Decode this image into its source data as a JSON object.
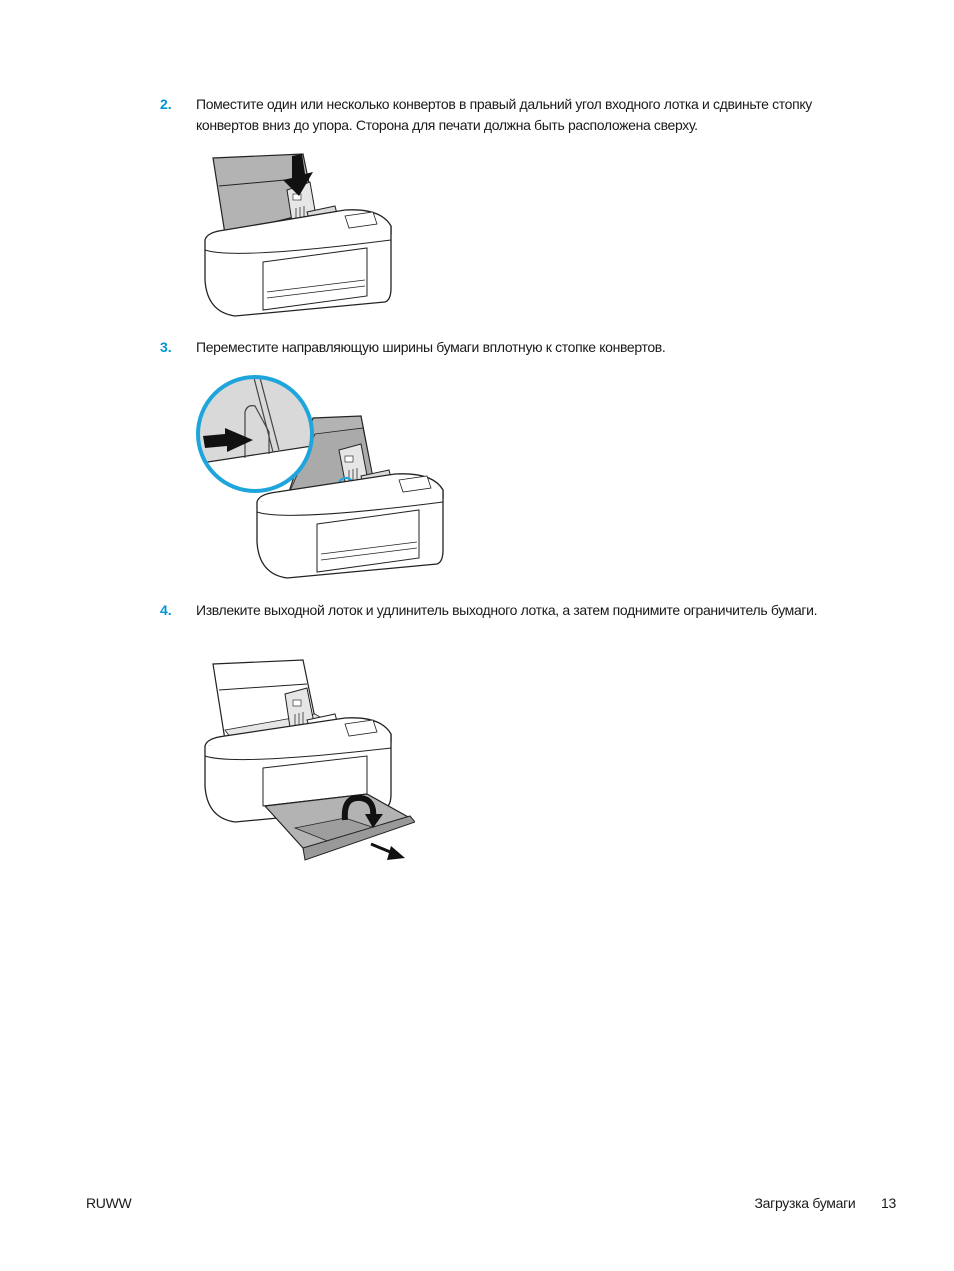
{
  "steps": [
    {
      "number": "2.",
      "text": "Поместите один или несколько конвертов в правый дальний угол входного лотка и сдвиньте стопку конвертов вниз до упора. Сторона для печати должна быть расположена сверху.",
      "figure": "printer-insert-envelopes-illustration"
    },
    {
      "number": "3.",
      "text": "Переместите направляющую ширины бумаги вплотную к стопке конвертов.",
      "figure": "printer-paper-width-guide-illustration"
    },
    {
      "number": "4.",
      "text": "Извлеките выходной лоток и удлинитель выходного лотка, а затем поднимите ограничитель бумаги.",
      "figure": "printer-output-tray-extend-illustration"
    }
  ],
  "footer": {
    "left": "RUWW",
    "section": "Загрузка бумаги",
    "page_number": "13"
  },
  "colors": {
    "accent": "#0096d6",
    "tray_gray": "#b3b3b3",
    "text": "#1a1a1a"
  }
}
